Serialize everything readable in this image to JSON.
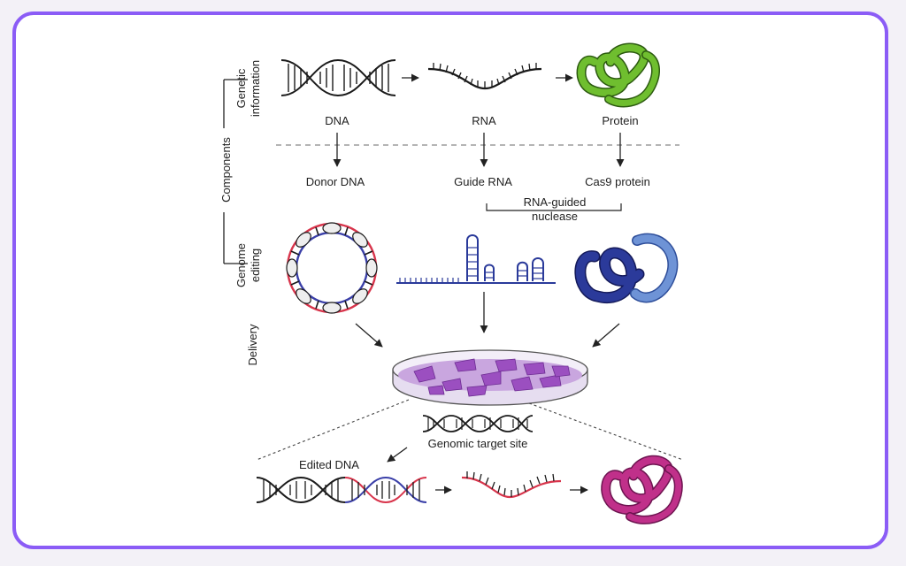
{
  "labels": {
    "genetic_information": [
      "Genetic",
      "information"
    ],
    "components": "Components",
    "genome_editing": [
      "Genome",
      "editing"
    ],
    "delivery": "Delivery",
    "dna": "DNA",
    "rna": "RNA",
    "protein": "Protein",
    "donor_dna": "Donor DNA",
    "guide_rna": "Guide RNA",
    "cas9_protein": "Cas9 protein",
    "rna_guided_nuclease": [
      "RNA-guided",
      "nuclease"
    ],
    "genomic_target_site": "Genomic target site",
    "edited_dna": "Edited DNA"
  },
  "colors": {
    "frame": "#8b5cf6",
    "protein_green": "#6fbe2f",
    "cas9_dark_blue": "#2b3a9a",
    "cas9_light_blue": "#6e93d6",
    "edit_red": "#d8344b",
    "edit_blue": "#3a3fa8",
    "dish_purple": "#9b4fc0",
    "edited_protein": "#c0308a"
  }
}
